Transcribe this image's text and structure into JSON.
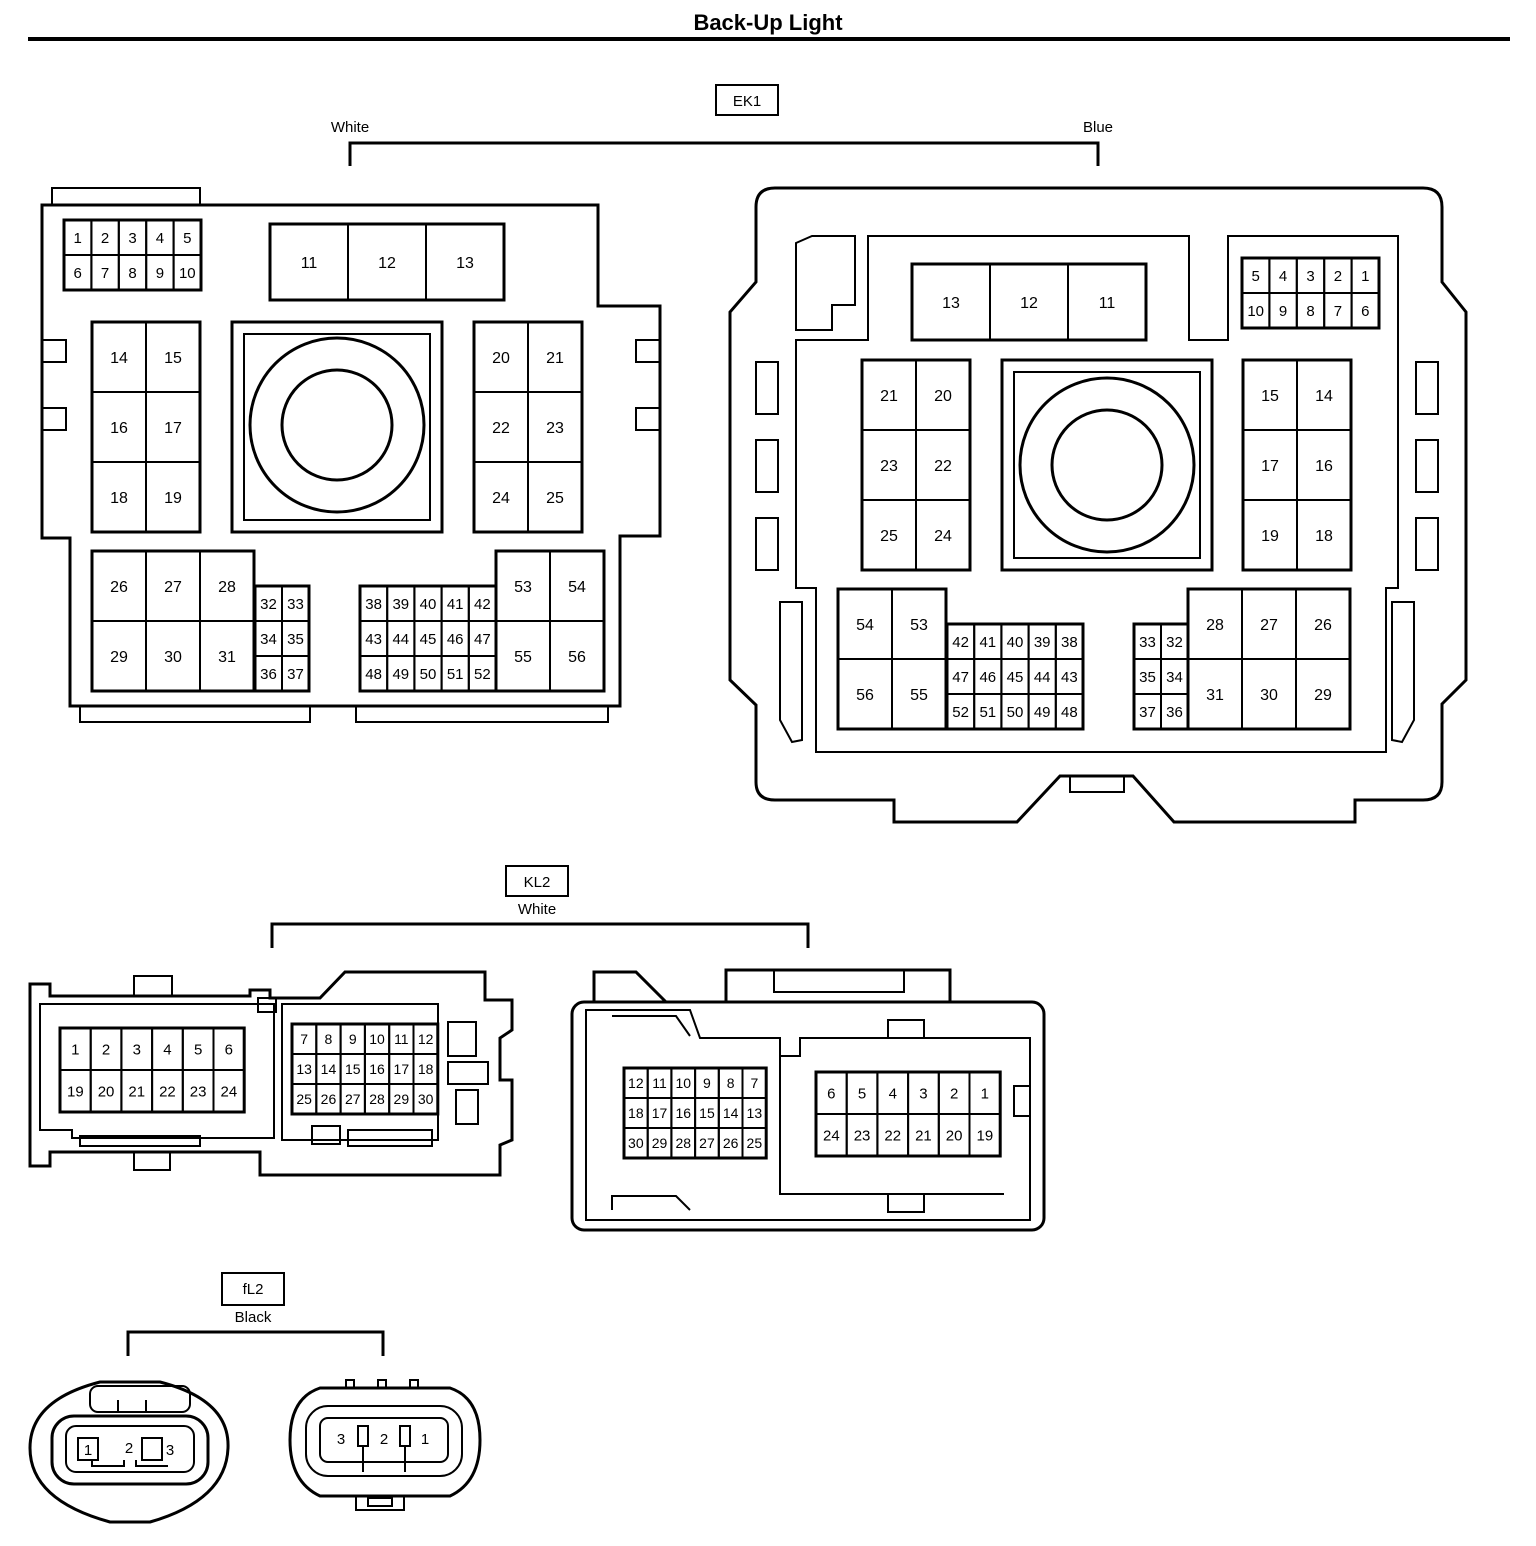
{
  "title": "Back-Up Light",
  "connectors": [
    {
      "code": "EK1",
      "views": [
        "White",
        "Blue"
      ],
      "white_view": {
        "relay_row": [
          "11",
          "12",
          "13"
        ],
        "small_top": [
          [
            "1",
            "2",
            "3",
            "4",
            "5"
          ],
          [
            "6",
            "7",
            "8",
            "9",
            "10"
          ]
        ],
        "left_block": [
          [
            "14",
            "15"
          ],
          [
            "16",
            "17"
          ],
          [
            "18",
            "19"
          ]
        ],
        "right_block": [
          [
            "20",
            "21"
          ],
          [
            "22",
            "23"
          ],
          [
            "24",
            "25"
          ]
        ],
        "bottom_left": [
          [
            "26",
            "27",
            "28"
          ],
          [
            "29",
            "30",
            "31"
          ]
        ],
        "small_left": [
          [
            "32",
            "33"
          ],
          [
            "34",
            "35"
          ],
          [
            "36",
            "37"
          ]
        ],
        "small_mid": [
          [
            "38",
            "39",
            "40",
            "41",
            "42"
          ],
          [
            "43",
            "44",
            "45",
            "46",
            "47"
          ],
          [
            "48",
            "49",
            "50",
            "51",
            "52"
          ]
        ],
        "bottom_right": [
          [
            "53",
            "54"
          ],
          [
            "55",
            "56"
          ]
        ]
      },
      "blue_view": {
        "relay_row": [
          "13",
          "12",
          "11"
        ],
        "small_top": [
          [
            "5",
            "4",
            "3",
            "2",
            "1"
          ],
          [
            "10",
            "9",
            "8",
            "7",
            "6"
          ]
        ],
        "left_block": [
          [
            "21",
            "20"
          ],
          [
            "23",
            "22"
          ],
          [
            "25",
            "24"
          ]
        ],
        "right_block": [
          [
            "15",
            "14"
          ],
          [
            "17",
            "16"
          ],
          [
            "19",
            "18"
          ]
        ],
        "bottom_left": [
          [
            "54",
            "53"
          ],
          [
            "56",
            "55"
          ]
        ],
        "small_mid": [
          [
            "42",
            "41",
            "40",
            "39",
            "38"
          ],
          [
            "47",
            "46",
            "45",
            "44",
            "43"
          ],
          [
            "52",
            "51",
            "50",
            "49",
            "48"
          ]
        ],
        "small_right": [
          [
            "33",
            "32"
          ],
          [
            "35",
            "34"
          ],
          [
            "37",
            "36"
          ]
        ],
        "bottom_right": [
          [
            "28",
            "27",
            "26"
          ],
          [
            "31",
            "30",
            "29"
          ]
        ]
      }
    },
    {
      "code": "KL2",
      "views": [
        "White"
      ],
      "left_view": {
        "left_grid": [
          [
            "1",
            "2",
            "3",
            "4",
            "5",
            "6"
          ],
          [
            "19",
            "20",
            "21",
            "22",
            "23",
            "24"
          ]
        ],
        "right_grid": [
          [
            "7",
            "8",
            "9",
            "10",
            "11",
            "12"
          ],
          [
            "13",
            "14",
            "15",
            "16",
            "17",
            "18"
          ],
          [
            "25",
            "26",
            "27",
            "28",
            "29",
            "30"
          ]
        ]
      },
      "right_view": {
        "left_grid": [
          [
            "12",
            "11",
            "10",
            "9",
            "8",
            "7"
          ],
          [
            "18",
            "17",
            "16",
            "15",
            "14",
            "13"
          ],
          [
            "30",
            "29",
            "28",
            "27",
            "26",
            "25"
          ]
        ],
        "right_grid": [
          [
            "6",
            "5",
            "4",
            "3",
            "2",
            "1"
          ],
          [
            "24",
            "23",
            "22",
            "21",
            "20",
            "19"
          ]
        ]
      }
    },
    {
      "code": "fL2",
      "views": [
        "Black"
      ],
      "left_view_pins": [
        "1",
        "2",
        "3"
      ],
      "right_view_pins": [
        "3",
        "2",
        "1"
      ]
    }
  ]
}
